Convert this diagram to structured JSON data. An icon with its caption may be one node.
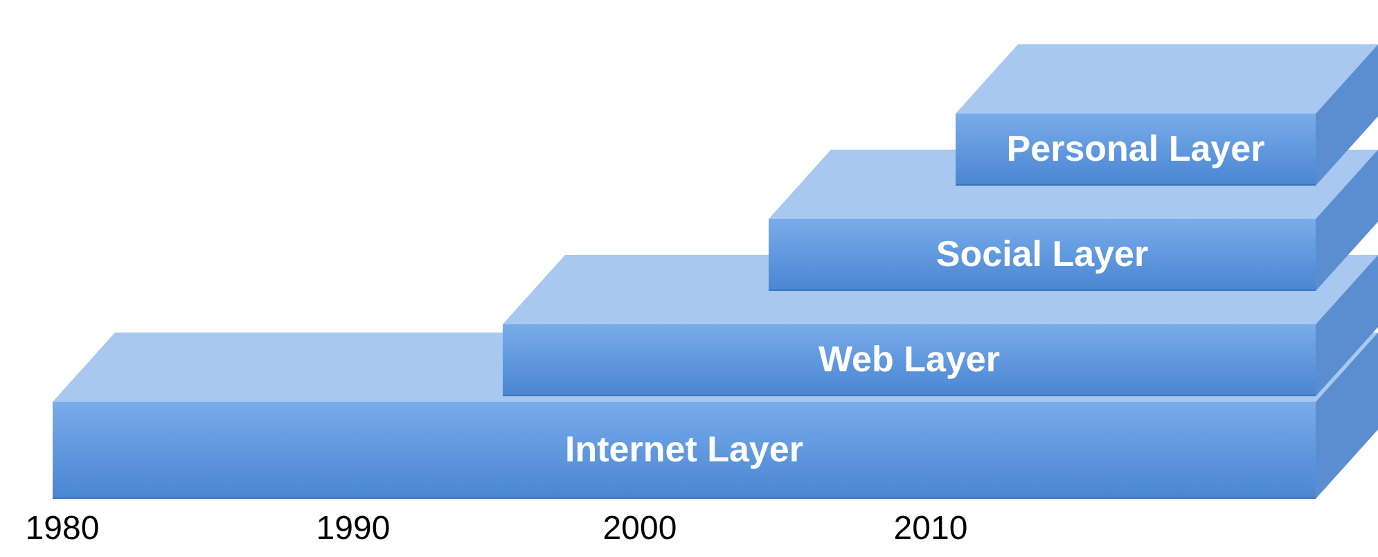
{
  "diagram": {
    "nodes": [
      {
        "text": [
          "Personal Layer"
        ]
      },
      {
        "text": [
          "Social Layer"
        ]
      },
      {
        "text": [
          "Web Layer"
        ]
      },
      {
        "text": [
          "Internet Layer"
        ]
      }
    ],
    "labels": [
      "1980",
      "1990",
      "2000",
      "2010"
    ]
  }
}
